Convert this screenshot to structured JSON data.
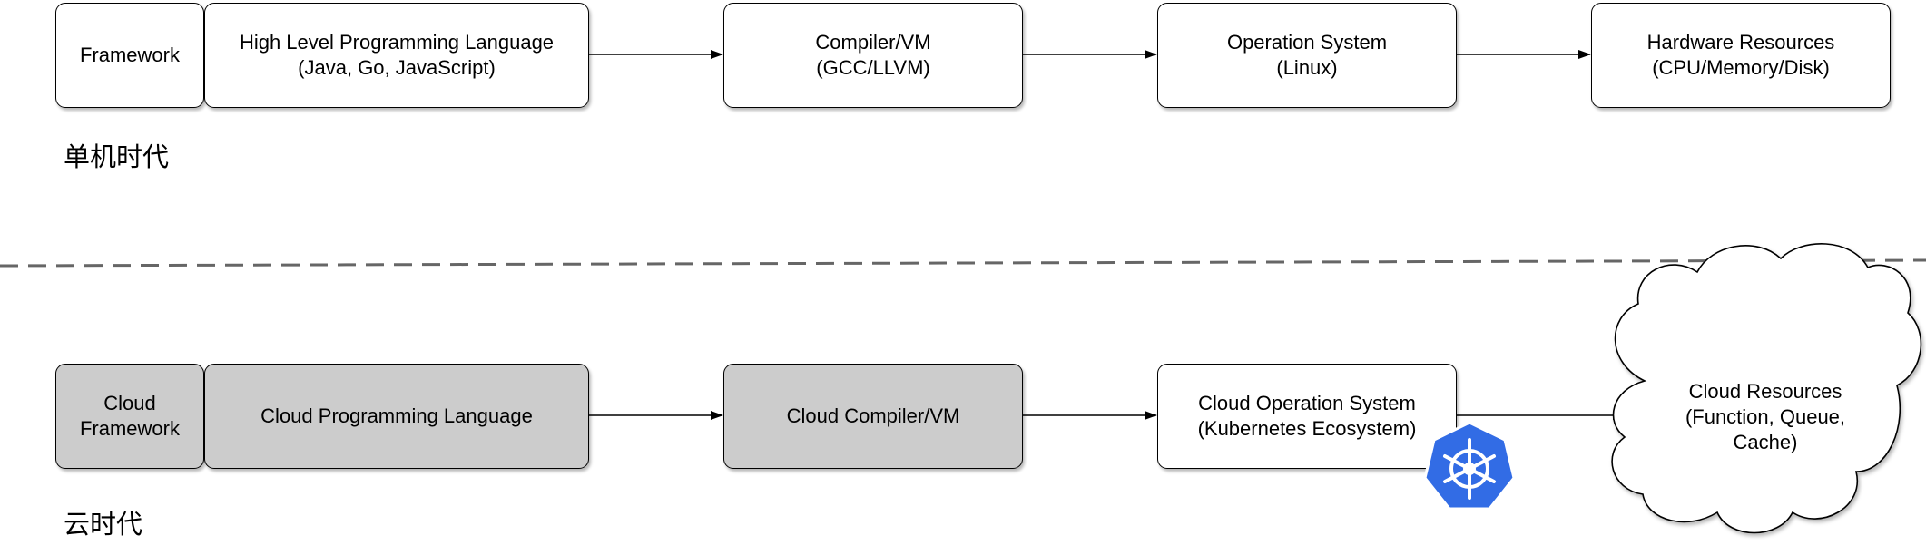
{
  "single_era": {
    "label": "单机时代",
    "framework": [
      "Framework"
    ],
    "language": [
      "High Level Programming Language",
      "(Java, Go, JavaScript)"
    ],
    "compiler": [
      "Compiler/VM",
      "(GCC/LLVM)"
    ],
    "os": [
      "Operation System",
      "(Linux)"
    ],
    "hardware": [
      "Hardware Resources",
      "(CPU/Memory/Disk)"
    ]
  },
  "cloud_era": {
    "label": "云时代",
    "framework": [
      "Cloud",
      "Framework"
    ],
    "language": [
      "Cloud Programming Language"
    ],
    "compiler": [
      "Cloud Compiler/VM"
    ],
    "os": [
      "Cloud Operation System",
      "(Kubernetes Ecosystem)"
    ],
    "resources": [
      "Cloud Resources",
      "(Function, Queue,",
      "Cache)"
    ],
    "badge_icon": "kubernetes-helm-icon"
  },
  "colors": {
    "box_fill": "#ffffff",
    "cloud_box_fill": "#cccccc",
    "divider": "#666666",
    "kubernetes_blue": "#326ce5"
  }
}
